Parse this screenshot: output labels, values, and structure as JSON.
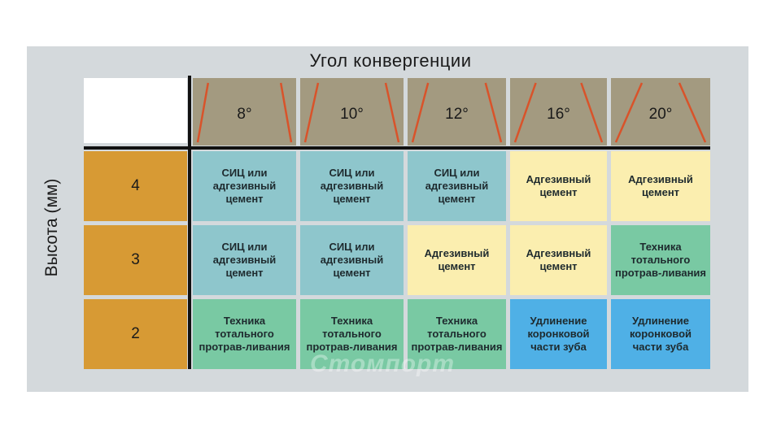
{
  "header": {
    "title": "Угол конвергенции"
  },
  "y_axis": {
    "label": "Высота (мм)"
  },
  "columns": [
    {
      "label": "8°"
    },
    {
      "label": "10°"
    },
    {
      "label": "12°"
    },
    {
      "label": "16°"
    },
    {
      "label": "20°"
    }
  ],
  "rows": [
    {
      "label": "4",
      "cells": [
        {
          "text": "СИЦ или адгезивный цемент",
          "color": "#8ec6cc"
        },
        {
          "text": "СИЦ или адгезивный цемент",
          "color": "#8ec6cc"
        },
        {
          "text": "СИЦ или адгезивный цемент",
          "color": "#8ec6cc"
        },
        {
          "text": "Адгезивный цемент",
          "color": "#fbeeaf"
        },
        {
          "text": "Адгезивный цемент",
          "color": "#fbeeaf"
        }
      ]
    },
    {
      "label": "3",
      "cells": [
        {
          "text": "СИЦ или адгезивный цемент",
          "color": "#8ec6cc"
        },
        {
          "text": "СИЦ или адгезивный цемент",
          "color": "#8ec6cc"
        },
        {
          "text": "Адгезивный цемент",
          "color": "#fbeeaf"
        },
        {
          "text": "Адгезивный цемент",
          "color": "#fbeeaf"
        },
        {
          "text": "Техника тотального протрав-ливания",
          "color": "#79c9a3"
        }
      ]
    },
    {
      "label": "2",
      "cells": [
        {
          "text": "Техника тотального протрав-ливания",
          "color": "#79c9a3"
        },
        {
          "text": "Техника тотального протрав-ливания",
          "color": "#79c9a3"
        },
        {
          "text": "Техника тотального протрав-ливания",
          "color": "#79c9a3"
        },
        {
          "text": "Удлинение коронковой части зуба",
          "color": "#4fb0e6"
        },
        {
          "text": "Удлинение коронковой части зуба",
          "color": "#4fb0e6"
        }
      ]
    }
  ],
  "watermark": {
    "text": "Стомпорт"
  },
  "colors": {
    "angle_header": "#a39a80",
    "angle_lines": "#d9532a",
    "row_header": "#d79a34",
    "panel": "#d4d9dc"
  }
}
